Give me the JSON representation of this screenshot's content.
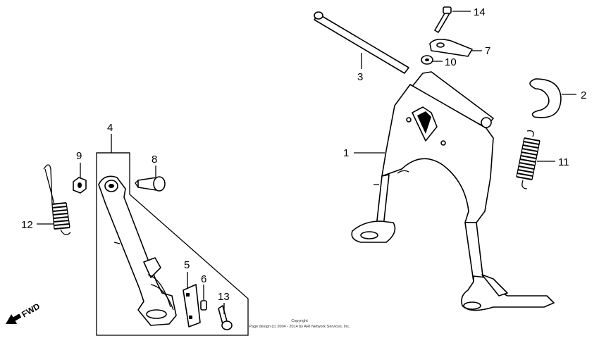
{
  "diagram": {
    "callouts": [
      {
        "id": "1",
        "label": "1"
      },
      {
        "id": "2",
        "label": "2"
      },
      {
        "id": "3",
        "label": "3"
      },
      {
        "id": "4",
        "label": "4"
      },
      {
        "id": "5",
        "label": "5"
      },
      {
        "id": "6",
        "label": "6"
      },
      {
        "id": "7",
        "label": "7"
      },
      {
        "id": "8",
        "label": "8"
      },
      {
        "id": "9",
        "label": "9"
      },
      {
        "id": "10",
        "label": "10"
      },
      {
        "id": "11",
        "label": "11"
      },
      {
        "id": "12",
        "label": "12"
      },
      {
        "id": "13",
        "label": "13"
      },
      {
        "id": "14",
        "label": "14"
      }
    ],
    "direction_label": "FWD",
    "copyright_line1": "Copyright",
    "copyright_line2": "Page design (c) 2004 - 2014 by ARI Network Services, Inc."
  }
}
